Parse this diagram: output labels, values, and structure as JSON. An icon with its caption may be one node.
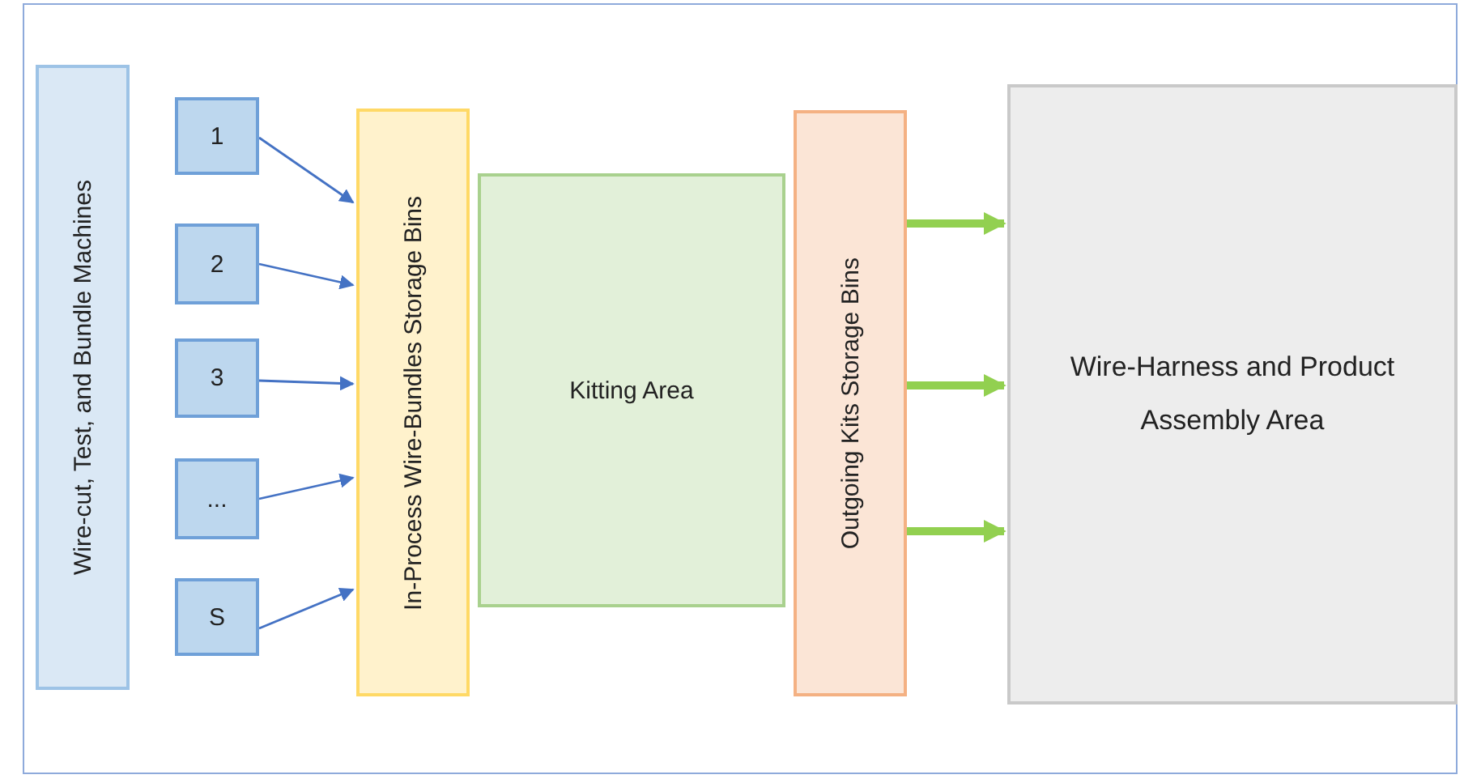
{
  "diagram": {
    "nodes": [
      {
        "text": [
          "Wire-cut, Test, and Bundle Machines"
        ]
      },
      {
        "text": [
          "1"
        ]
      },
      {
        "text": [
          "2"
        ]
      },
      {
        "text": [
          "3"
        ]
      },
      {
        "text": [
          "..."
        ]
      },
      {
        "text": [
          "S"
        ]
      },
      {
        "text": [
          "In-Process Wire-Bundles Storage Bins"
        ]
      },
      {
        "text": [
          "Kitting Area"
        ]
      },
      {
        "text": [
          "Outgoing Kits Storage Bins"
        ]
      },
      {
        "text": [
          "Wire-Harness and Product Assembly Area"
        ]
      }
    ],
    "edges": [
      {
        "from": 1,
        "to": 6,
        "arrow": "to"
      },
      {
        "from": 2,
        "to": 6,
        "arrow": "to"
      },
      {
        "from": 3,
        "to": 6,
        "arrow": "to"
      },
      {
        "from": 4,
        "to": 6,
        "arrow": "to"
      },
      {
        "from": 5,
        "to": 6,
        "arrow": "to"
      },
      {
        "from": 8,
        "to": 9,
        "arrow": "to",
        "style": "thick",
        "color": "#92d050"
      },
      {
        "from": 8,
        "to": 9,
        "arrow": "to",
        "style": "thick",
        "color": "#92d050"
      },
      {
        "from": 8,
        "to": 9,
        "arrow": "to",
        "style": "thick",
        "color": "#92d050"
      }
    ]
  }
}
